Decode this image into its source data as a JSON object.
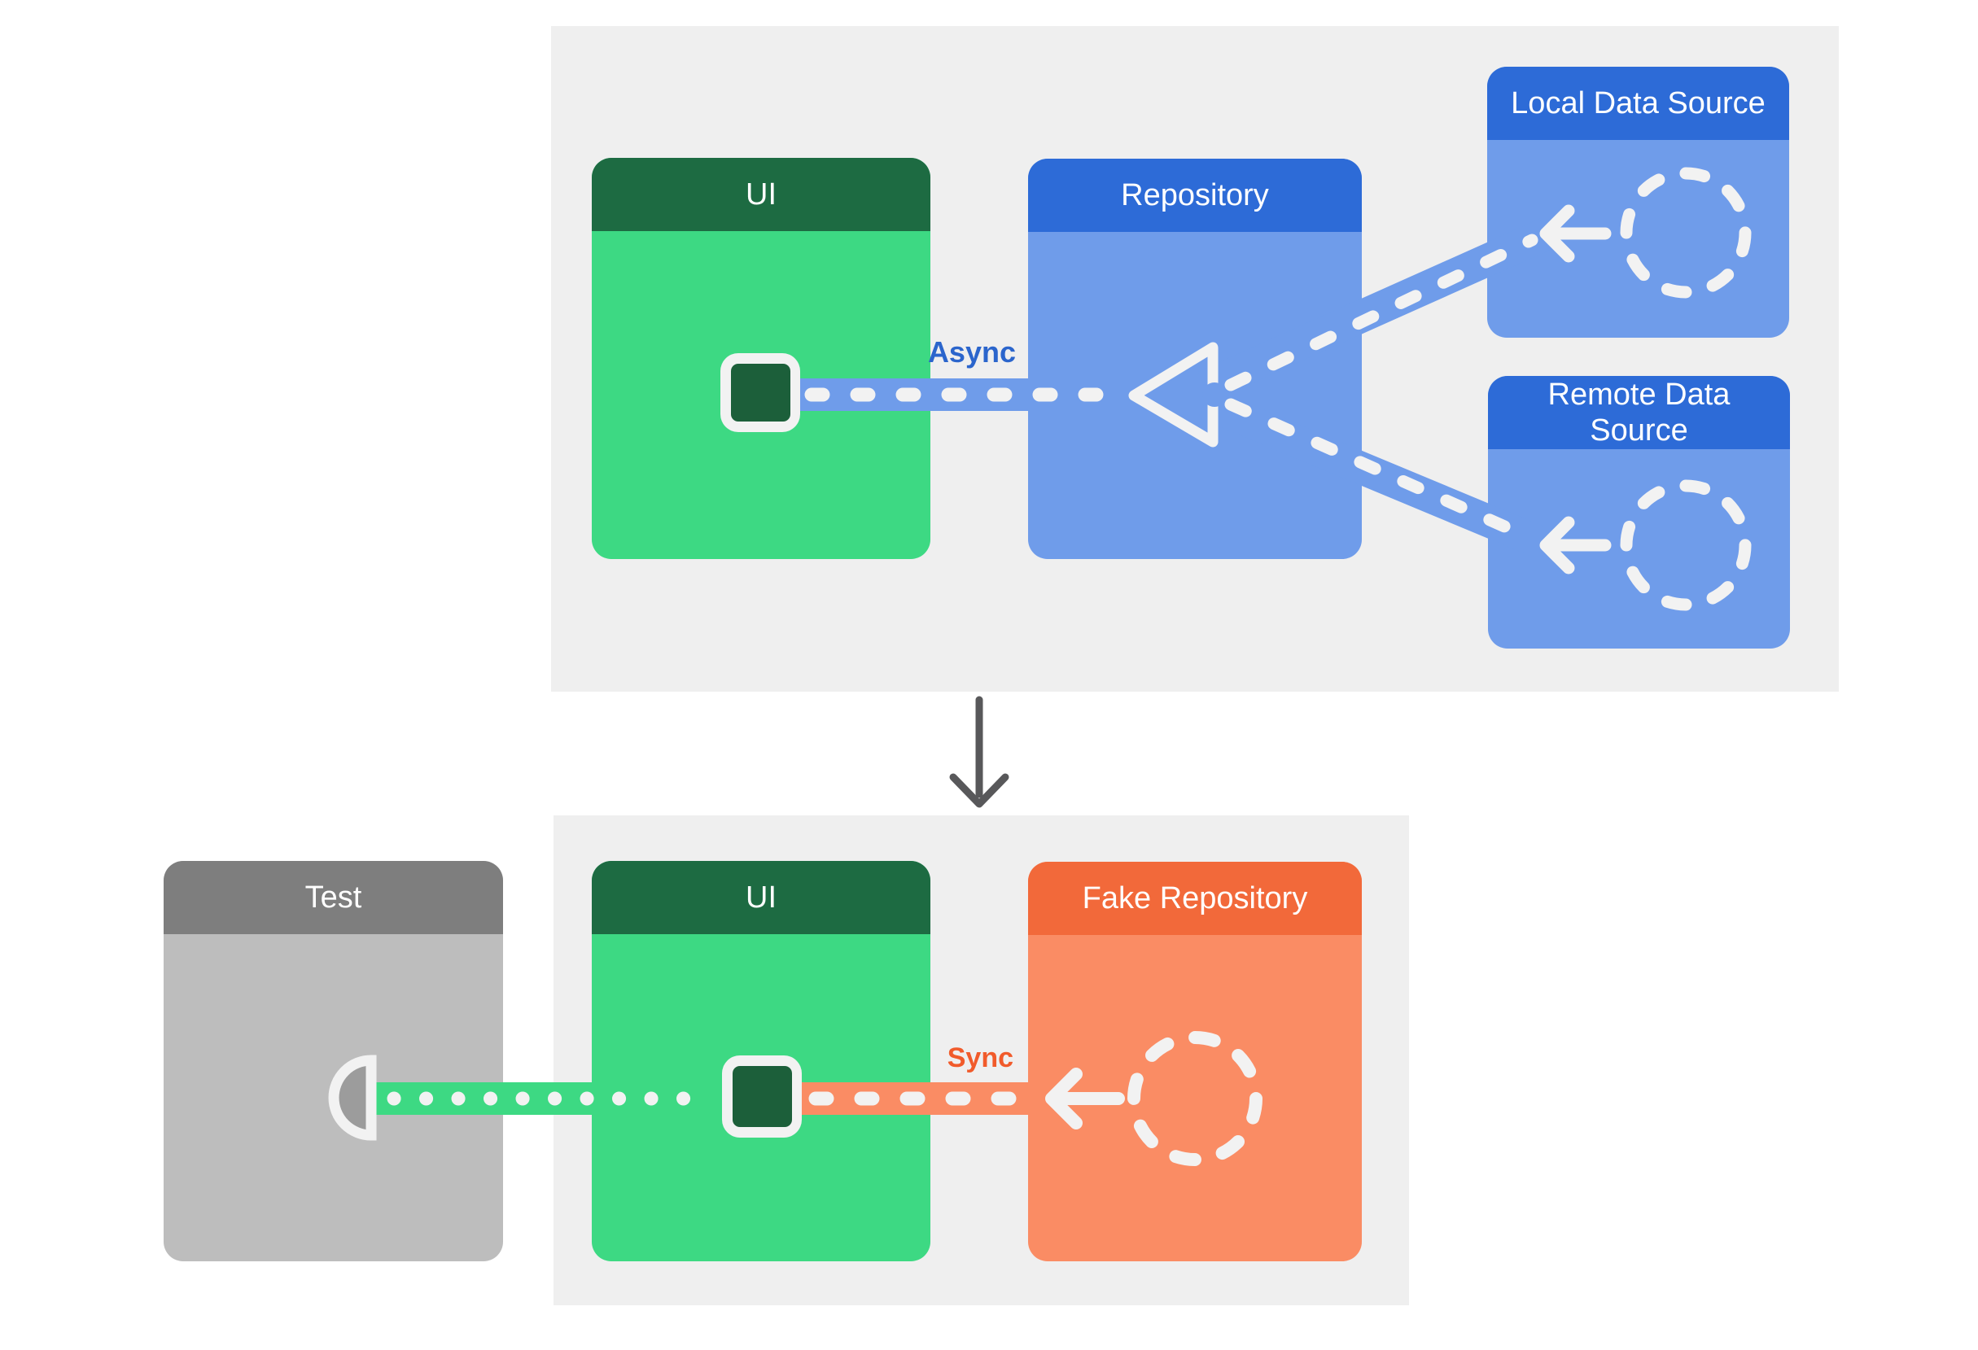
{
  "diagram": {
    "before": {
      "ui_title": "UI",
      "repository_title": "Repository",
      "local_data_source_title": "Local Data Source",
      "remote_data_source_title": "Remote Data Source",
      "connection_label": "Async"
    },
    "after": {
      "test_title": "Test",
      "ui_title": "UI",
      "fake_repository_title": "Fake Repository",
      "connection_label": "Sync"
    }
  },
  "icons": {
    "merge": "merge-triangle-icon",
    "data_source": "dashed-circle-icon",
    "flow_arrow": "left-arrow-icon",
    "ui_component": "component-square-icon",
    "test_socket": "socket-icon",
    "transition": "down-arrow-icon"
  },
  "colors": {
    "page-bg": "#ffffff",
    "panel-bg": "#efefef",
    "green-header": "#1d6b42",
    "green-body": "#3dd983",
    "green-square": "#1c5f3a",
    "blue-header": "#2d6bd7",
    "blue-body": "#6f9cea",
    "async-text": "#2b65cc",
    "orange-header": "#f2693a",
    "orange-body": "#fa8c64",
    "sync-text": "#f15b2b",
    "gray-header": "#7e7e7e",
    "gray-body": "#bdbdbd",
    "gray-socket": "#9c9c9c",
    "dash-white": "#f2f2f2",
    "down-arrow": "#58585a"
  }
}
